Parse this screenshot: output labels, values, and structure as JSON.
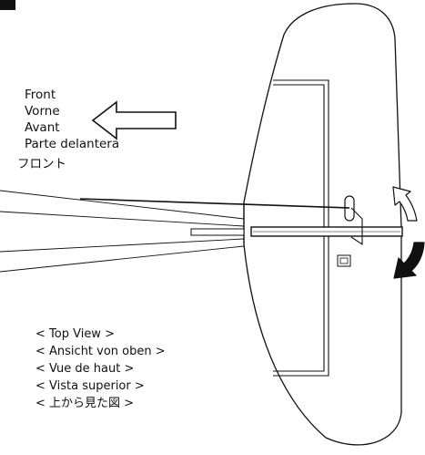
{
  "front_labels": [
    "Front",
    "Vorne",
    "Avant",
    "Parte delantera",
    "フロント"
  ],
  "view_labels": [
    "< Top View >",
    "< Ansicht von oben >",
    "< Vue de haut >",
    "< Vista superior >",
    "< 上から見た図 >"
  ],
  "colors": {
    "stroke": "#111111",
    "light_arrow": "#ffffff",
    "dark_arrow": "#111111"
  },
  "icons": [
    "left-arrow-icon",
    "curved-arrow-up-icon",
    "curved-arrow-down-icon"
  ]
}
